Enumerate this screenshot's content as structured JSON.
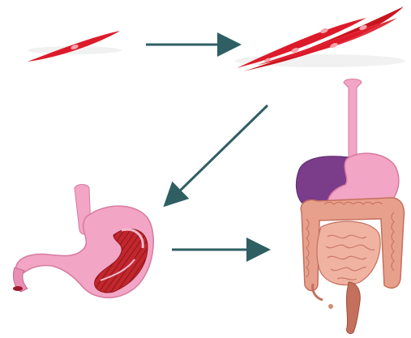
{
  "diagram": {
    "stages": [
      {
        "id": "muscle-cell",
        "icon": "smooth-muscle-cell-icon"
      },
      {
        "id": "muscle-tissue",
        "icon": "smooth-muscle-tissue-icon"
      },
      {
        "id": "organ",
        "icon": "stomach-icon"
      },
      {
        "id": "organ-system",
        "icon": "digestive-system-icon"
      }
    ],
    "arrows": [
      {
        "from": "muscle-cell",
        "to": "muscle-tissue"
      },
      {
        "from": "muscle-tissue",
        "to": "organ"
      },
      {
        "from": "organ",
        "to": "organ-system"
      }
    ],
    "colors": {
      "arrow": "#2f5f63",
      "muscle": "#dd1a2a",
      "muscle_dark": "#a80f1c",
      "organ_pink": "#f2a5c4",
      "organ_pink_dark": "#d77aa0",
      "liver_purple": "#7b3c8a",
      "intestine": "#e7a08c",
      "intestine_dark": "#c56f5d",
      "stomach_muscle": "#c1272d"
    }
  }
}
